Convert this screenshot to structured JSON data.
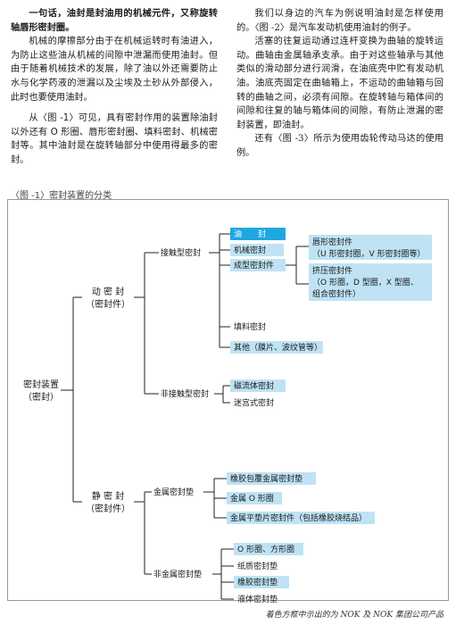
{
  "text": {
    "left": [
      "一句话，油封是封油用的机械元件，又称旋转轴唇形密封圈。",
      "机械的摩擦部分由于在机械运转时有油进入，为防止这些油从机械的间隙中泄漏而使用油封。但由于随着机械技术的发展，除了油以外还需要防止水与化学药液的泄漏以及尘埃及土砂从外部侵入，此时也要使用油封。",
      "从〈图 -1〉可见，具有密封作用的装置除油封以外还有 O 形圈、唇形密封圈、填料密封、机械密封等。其中油封是在旋转轴部分中使用得最多的密封。"
    ],
    "right": [
      "我们以身边的汽车为例说明油封是怎样使用的。〈图 -2〉是汽车发动机使用油封的例子。",
      "活塞的往复运动通过连杆变换为曲轴的旋转运动。曲轴由金属轴承支承。由于对这些轴承与其他类似的滑动部分进行润滑，在油底壳中贮有发动机油。油底壳固定在曲轴箱上，不运动的曲轴箱与回转的曲轴之间，必须有间隙。在旋转轴与箱体间的间隙和往复的轴与箱体间的间隙，有防止泄漏的密封装置，即油封。",
      "还有〈图 -3〉所示为使用齿轮传动马达的使用例。"
    ]
  },
  "figure": {
    "caption": "〈图 -1〉密封装置的分类",
    "root": [
      "密封装置",
      "（密封）"
    ],
    "dynamic": [
      "动 密 封",
      "（密封件）"
    ],
    "static": [
      "静 密 封",
      "（密封件）"
    ],
    "contact": "接触型密封",
    "noncontact": "非接触型密封",
    "metal_gasket": "金属密封垫",
    "nonmetal_gasket": "非金属密封垫",
    "oil_seal": "油　　封",
    "mechanical_seal": "机械密封",
    "molded_seal": "成型密封件",
    "lip_seal": [
      "唇形密封件",
      "（U 形密封圈，V 形密封圈等）"
    ],
    "squeeze_seal": [
      "挤压密封件",
      "（O 形圈，D 型圈，X 型圈、",
      "组合密封件）"
    ],
    "packing": "填料密封",
    "others": "其他（膜片、波纹管等）",
    "magnetic_fluid": "磁流体密封",
    "labyrinth": "迷宫式密封",
    "rubber_coated": "橡胶包覆金属密封垫",
    "metal_o_ring": "金属 O 形圈",
    "metal_flat": "金属平垫片密封件（包括橡胶烧结品）",
    "o_ring_square": "O 形圈、方形圈",
    "paper_gasket": "纸质密封垫",
    "rubber_gasket": "橡胶密封垫",
    "liquid_gasket": "液体密封垫"
  },
  "footnote": "着色方框中示出的为 NOK 及 NOK 集团公司产品",
  "colors": {
    "highlight": "#bfe3f4",
    "oil_seal": "#1fa8e0",
    "line": "#222222"
  }
}
